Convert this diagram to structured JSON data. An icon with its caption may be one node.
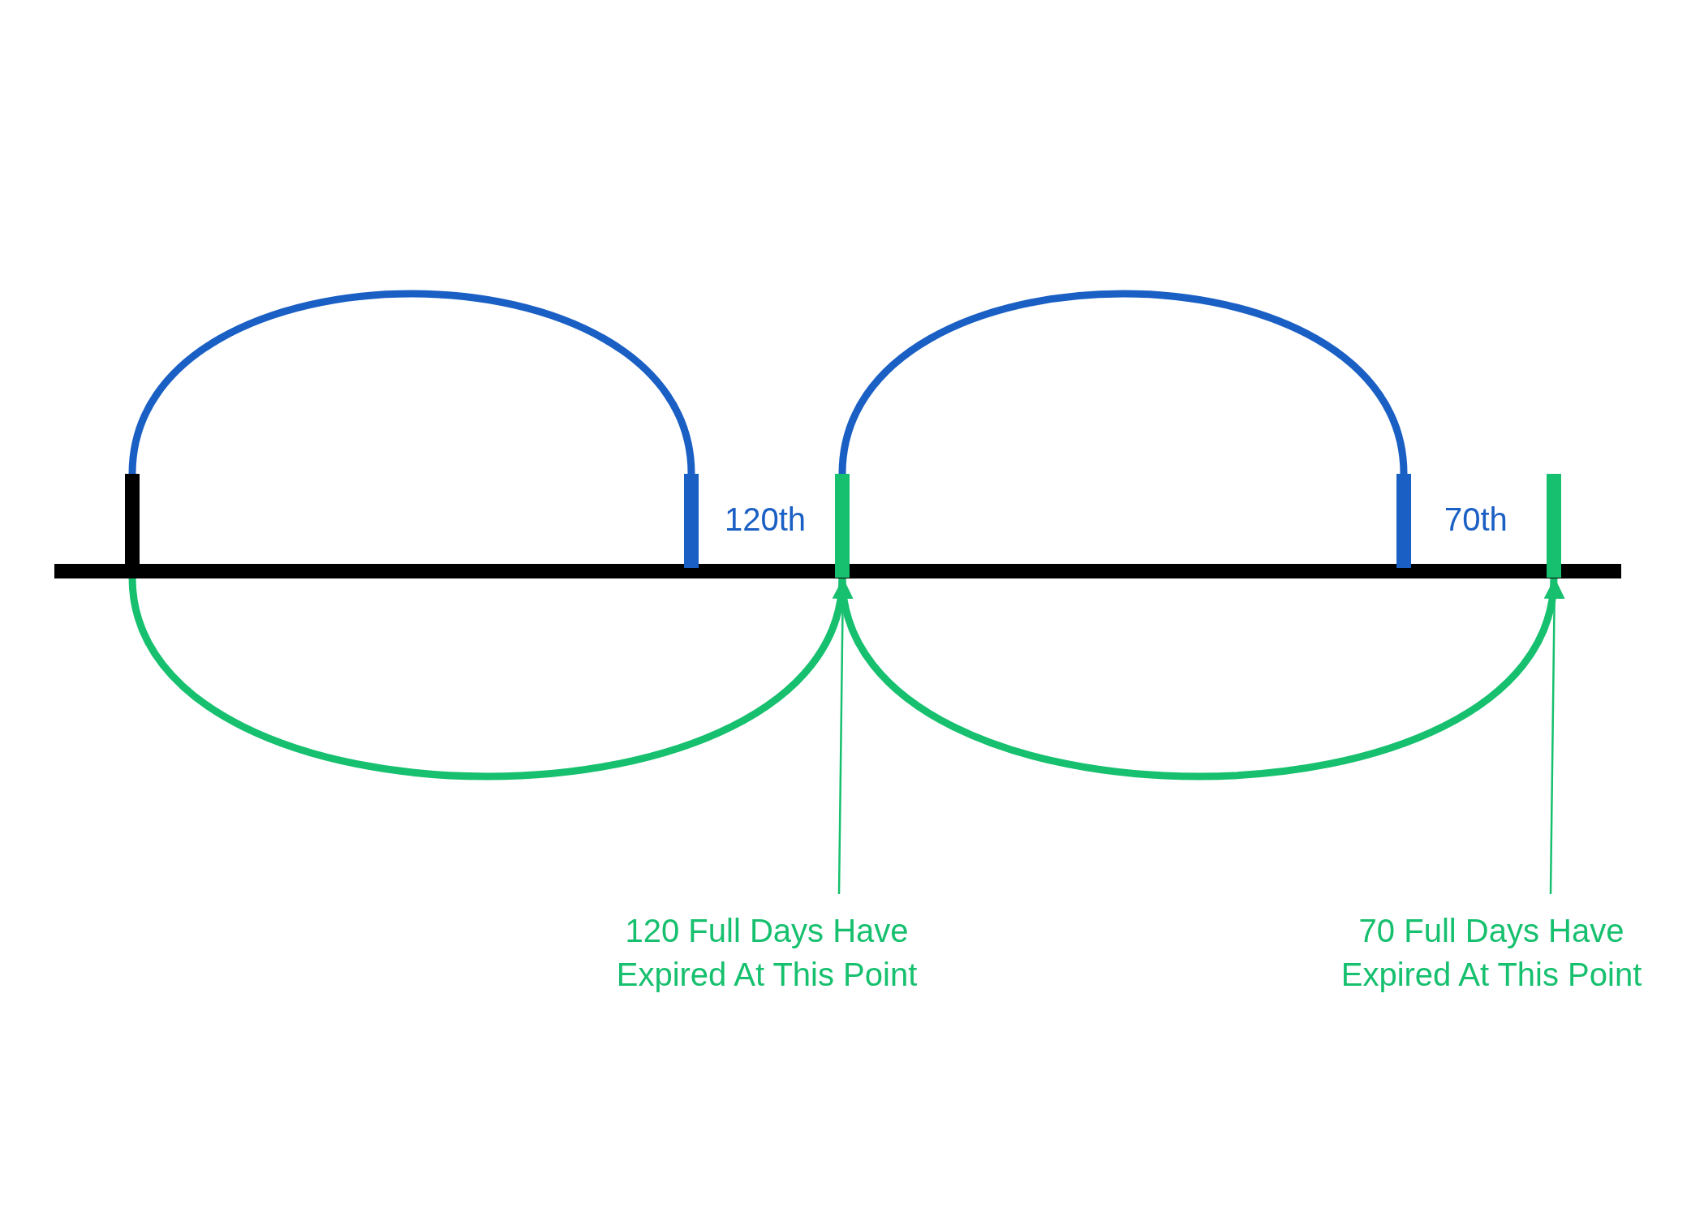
{
  "diagram": {
    "nodes": [
      {
        "text": [],
        "shape": "bar"
      },
      {
        "text": [],
        "shape": "bar",
        "beside": [
          "120th"
        ]
      },
      {
        "text": [],
        "shape": "bar"
      },
      {
        "text": [],
        "shape": "bar",
        "beside": [
          "70th"
        ]
      },
      {
        "text": [],
        "shape": "bar"
      },
      {
        "text": [
          "120 Full Days Have Expired At This Point"
        ]
      },
      {
        "text": [
          "70 Full Days Have Expired At This Point"
        ]
      }
    ],
    "edges": [
      {
        "from": 0,
        "to": 1,
        "arrow": "none",
        "color": "#1a5fc4"
      },
      {
        "from": 0,
        "to": 2,
        "arrow": "none",
        "color": "#16c06e"
      },
      {
        "from": 2,
        "to": 3,
        "arrow": "none",
        "color": "#1a5fc4"
      },
      {
        "from": 2,
        "to": 4,
        "arrow": "none",
        "color": "#16c06e"
      },
      {
        "from": 5,
        "to": 2,
        "arrow": "to",
        "color": "#16c06e"
      },
      {
        "from": 6,
        "to": 4,
        "arrow": "to",
        "color": "#16c06e"
      }
    ]
  }
}
